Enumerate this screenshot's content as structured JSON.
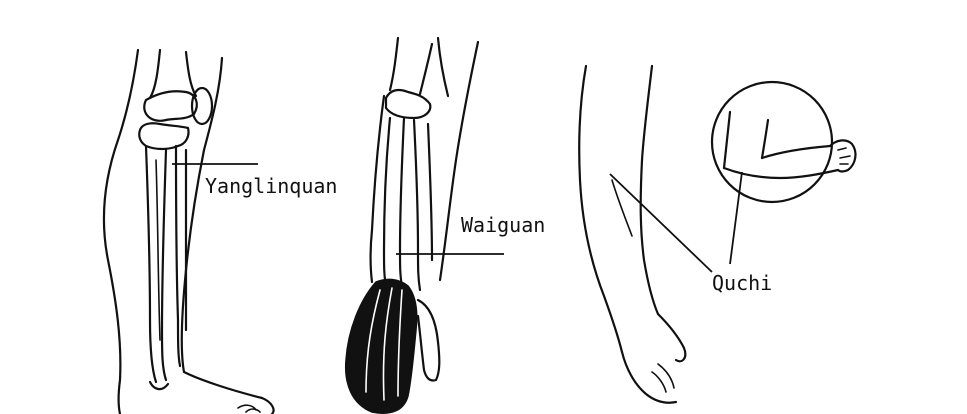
{
  "labels": {
    "yanglinquan": "Yanglinquan",
    "waiguan": "Waiguan",
    "quchi": "Quchi"
  }
}
